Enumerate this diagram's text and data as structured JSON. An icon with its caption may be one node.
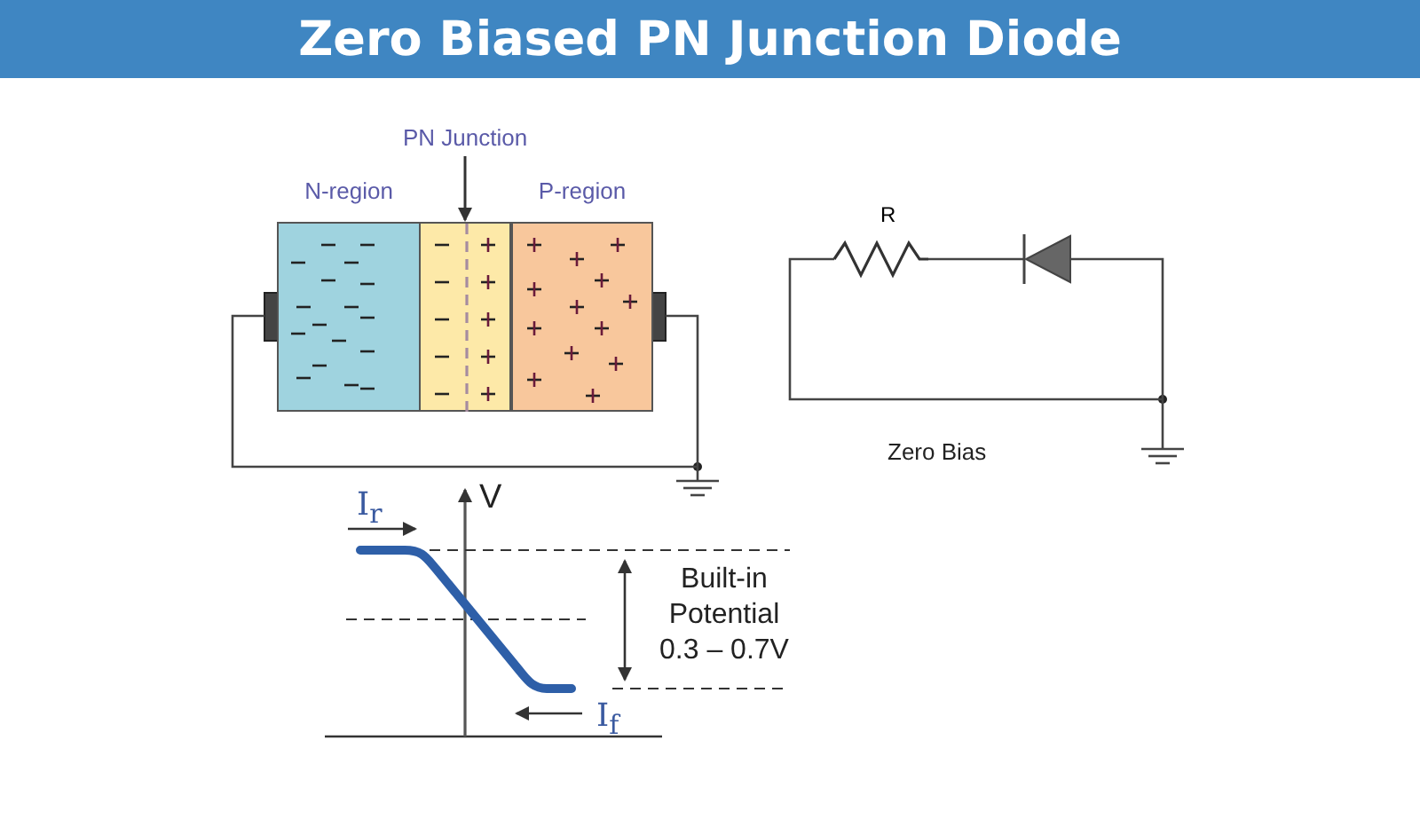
{
  "diagram": {
    "title": "Zero Biased PN Junction Diode",
    "nodes": [
      {
        "text": [
          "N-region"
        ]
      },
      {
        "text": [],
        "shape": "box"
      },
      {
        "text": [
          "P-region"
        ]
      },
      {
        "text": [
          "PN Junction"
        ]
      },
      {
        "text": [],
        "shape": "resistor",
        "beside": [
          "R"
        ]
      },
      {
        "text": [],
        "shape": "diode"
      },
      {
        "text": [],
        "shape": "ground"
      },
      {
        "text": [],
        "shape": "bar"
      },
      {
        "text": [],
        "shape": "bar"
      },
      {
        "text": [],
        "shape": "ground"
      }
    ],
    "edges": [
      {
        "from": 3,
        "to": 1,
        "arrow": "to"
      },
      {
        "from": 7,
        "to": 9,
        "arrow": "none"
      },
      {
        "from": 8,
        "to": 9,
        "arrow": "none"
      },
      {
        "from": 4,
        "to": 5,
        "arrow": "none"
      },
      {
        "from": 5,
        "to": 6,
        "arrow": "none"
      },
      {
        "from": 4,
        "to": 6,
        "arrow": "none"
      }
    ],
    "labels": [
      "Zero Bias",
      "V",
      "I$_{r}$",
      "Built-in Potential 0.3 – 0.7V",
      "I$_{f}$"
    ]
  }
}
